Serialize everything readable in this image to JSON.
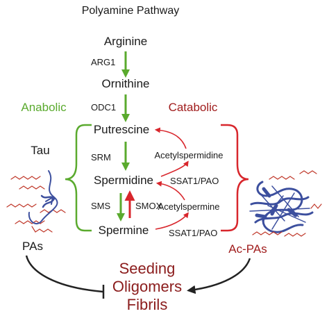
{
  "title": "Polyamine Pathway",
  "metabolites": {
    "arginine": "Arginine",
    "ornithine": "Ornithine",
    "putrescine": "Putrescine",
    "spermidine": "Spermidine",
    "spermine": "Spermine",
    "acetylspermidine": "Acetylspermidine",
    "acetylspermine": "Acetylspermine"
  },
  "enzymes": {
    "arg1": "ARG1",
    "odc1": "ODC1",
    "srm": "SRM",
    "sms": "SMS",
    "smox": "SMOX",
    "ssat_pao_upper": "SSAT1/PAO",
    "ssat_pao_lower": "SSAT1/PAO"
  },
  "side_labels": {
    "anabolic": "Anabolic",
    "catabolic": "Catabolic",
    "tau": "Tau",
    "pas": "PAs",
    "ac_pas": "Ac-PAs"
  },
  "outcomes": [
    "Seeding",
    "Oligomers",
    "Fibrils"
  ],
  "colors": {
    "anabolic": "#5aaa2e",
    "catabolic": "#a01c1c",
    "catabolic_arrow": "#d8262c",
    "outcome_text": "#8b1c1c",
    "text": "#1a1a1a",
    "tau_protein": "#3c4f9e",
    "polyamine_chain": "#c0392b"
  }
}
